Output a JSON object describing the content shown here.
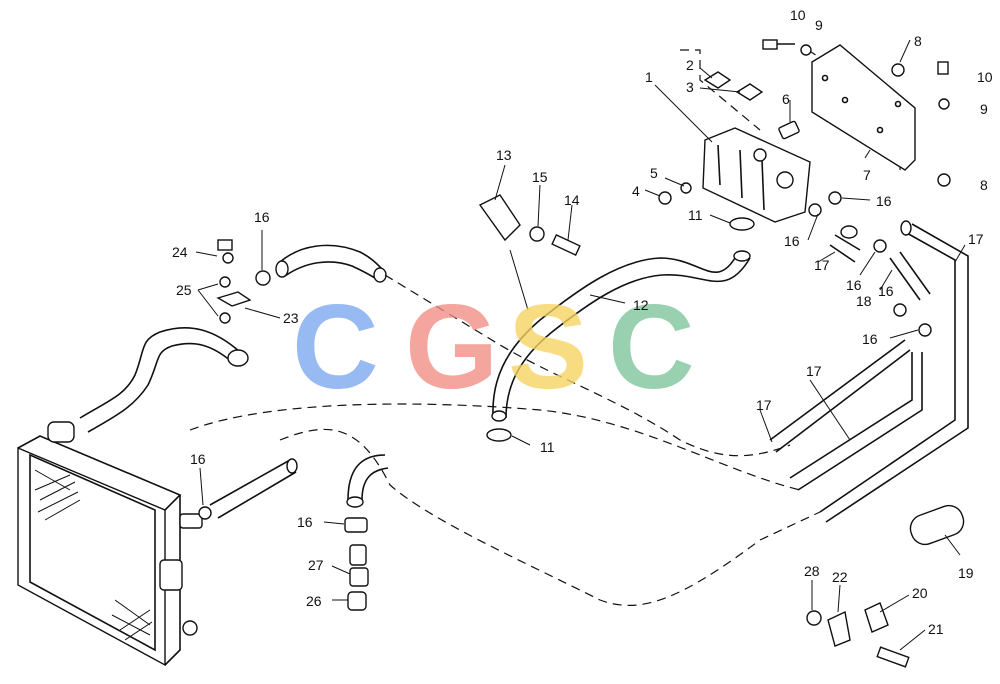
{
  "watermark": {
    "letters": [
      "C",
      "G",
      "S",
      "C"
    ],
    "colors": [
      "#7aa7f0",
      "#f08c84",
      "#f6d35e",
      "#7cc49a"
    ]
  },
  "parts": {
    "p1": "1",
    "p2": "2",
    "p3": "3",
    "p4": "4",
    "p5": "5",
    "p6": "6",
    "p7": "7",
    "p8a": "8",
    "p8b": "8",
    "p9a": "9",
    "p9b": "9",
    "p10a": "10",
    "p10b": "10",
    "p11a": "11",
    "p11b": "11",
    "p12": "12",
    "p13": "13",
    "p14": "14",
    "p15": "15",
    "p16a": "16",
    "p16b": "16",
    "p16c": "16",
    "p16d": "16",
    "p16e": "16",
    "p16f": "16",
    "p16g": "16",
    "p16h": "16",
    "p17a": "17",
    "p17b": "17",
    "p17c": "17",
    "p17d": "17",
    "p18": "18",
    "p19": "19",
    "p20": "20",
    "p21": "21",
    "p22": "22",
    "p23": "23",
    "p24": "24",
    "p25": "25",
    "p26": "26",
    "p27": "27",
    "p28": "28"
  }
}
